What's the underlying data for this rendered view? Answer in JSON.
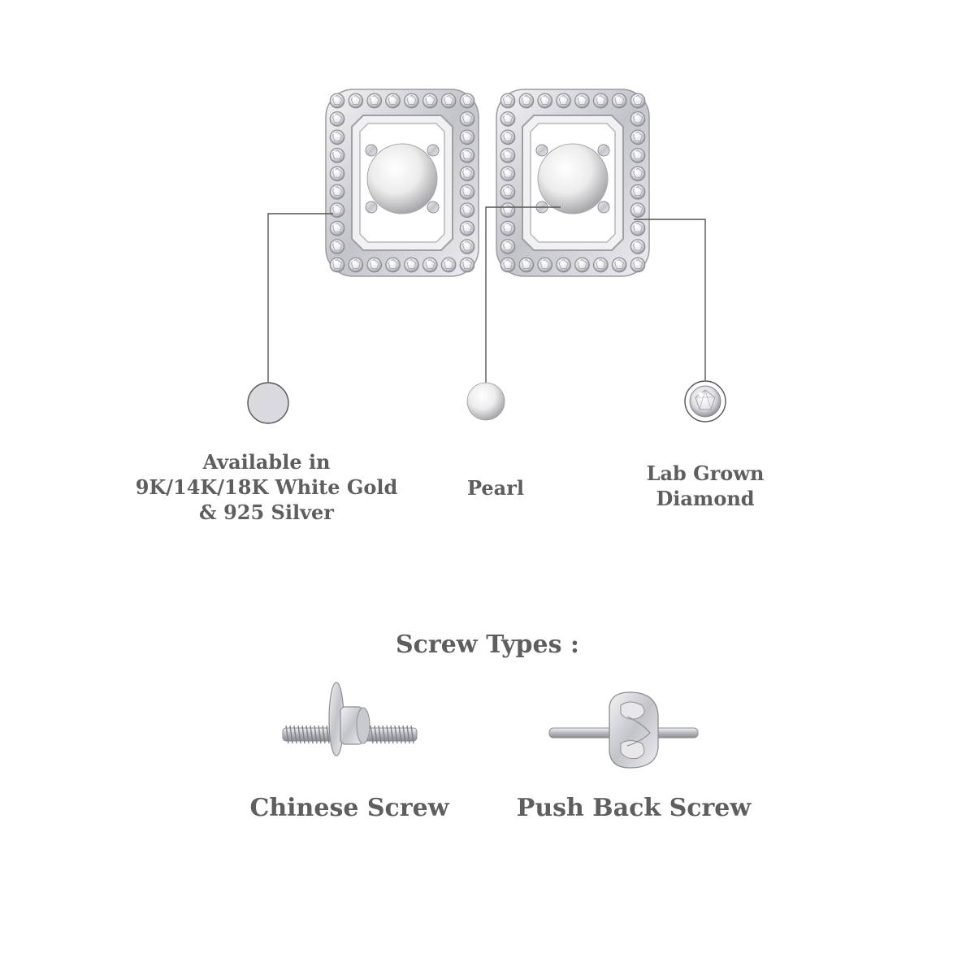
{
  "features": {
    "metal": "Available in\n9K/14K/18K White Gold\n& 925 Silver",
    "pearl": "Pearl",
    "diamond": "Lab Grown\nDiamond"
  },
  "screws": {
    "title": "Screw Types :",
    "chinese": "Chinese Screw",
    "pushback": "Push Back Screw"
  },
  "icons": {
    "metal_swatch": "white-gold-swatch-icon",
    "pearl_swatch": "pearl-icon",
    "diamond_swatch": "diamond-icon",
    "chinese_screw": "chinese-screw-icon",
    "pushback_screw": "push-back-screw-icon"
  },
  "colors": {
    "text": "#5e5e5e",
    "line": "#555555",
    "metal": "#d9d9de"
  }
}
